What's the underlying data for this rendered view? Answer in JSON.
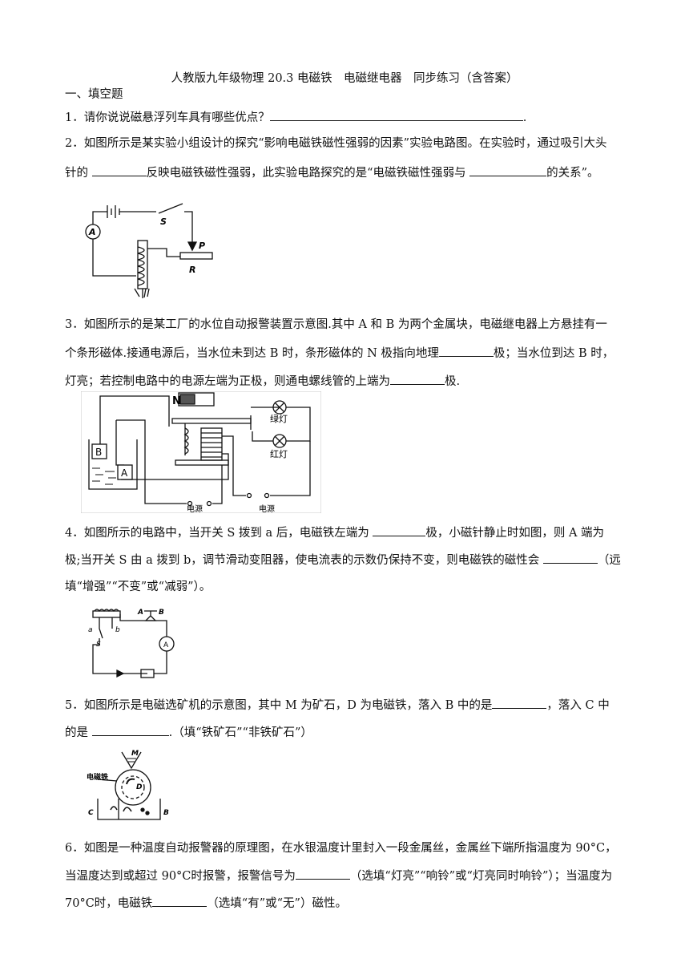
{
  "title": "人教版九年级物理 20.3 电磁铁　电磁继电器　同步练习（含答案）",
  "section": "一、填空题",
  "q1": {
    "a": "1．请你说说磁悬浮列车具有哪些优点？",
    "b": "."
  },
  "q2": {
    "l1": "2．如图所示是某实验小组设计的探究“影响电磁铁磁性强弱的因素”实验电路图。在实验时，通过吸引大头",
    "l2a": "针的 ",
    "l2b": "反映电磁铁磁性强弱，此实验电路探究的是“电磁铁磁性强弱与 ",
    "l2c": "的关系”。",
    "fig": {
      "a": "A",
      "s": "S",
      "p": "P",
      "r": "R"
    }
  },
  "q3": {
    "l1": "3．如图所示的是某工厂的水位自动报警装置示意图.其中 A 和 B 为两个金属块，电磁继电器上方悬挂有一",
    "l2a": "个条形磁体.接通电源后，当水位未到达 B 时，条形磁体的 N 极指向地理",
    "l2b": "极；当水位到达 B 时，",
    "l3a": "灯亮；若控制电路中的电源左端为正极，则通电螺线管的上端为",
    "l3b": "极.",
    "fig": {
      "n": "N",
      "green": "绿灯",
      "red": "红灯",
      "b": "B",
      "a": "A",
      "power1": "电源",
      "power2": "电源"
    }
  },
  "q4": {
    "l1a": "4．如图所示的电路中，当开关 S 拨到 a 后，电磁铁左端为 ",
    "l1b": "极，小磁针静止时如图，则 A 端为",
    "l2a": "极;当开关 S 由 a 拨到 b，调节滑动变阻器，使电流表的示数仍保持不变，则电磁铁的磁性会 ",
    "l2b": "（远",
    "l3": "填“增强”“不变”或“减弱”）。",
    "fig": {
      "a_pole": "A",
      "b_pole": "B",
      "a": "a",
      "b": "b",
      "s": "S",
      "meter": "A"
    }
  },
  "q5": {
    "l1a": "5．如图所示是电磁选矿机的示意图，其中 M 为矿石，D 为电磁铁，落入 B 中的是",
    "l1b": "，落入 C 中",
    "l2a": "的是 ",
    "l2b": ".（填“铁矿石”“非铁矿石”）",
    "fig": {
      "m": "M",
      "label": "电磁铁",
      "d": "D",
      "c": "C",
      "b": "B"
    }
  },
  "q6": {
    "l1": "6．如图是一种温度自动报警器的原理图，在水银温度计里封入一段金属丝，金属丝下端所指温度为 90°C，",
    "l2a": "当温度达到或超过 90°C时报警，报警信号为",
    "l2b": "（选填“灯亮”“响铃”或“灯亮同时响铃”）；当温度为",
    "l3a": "70°C时，电磁铁",
    "l3b": "（选填“有”或“无”）磁性。"
  }
}
